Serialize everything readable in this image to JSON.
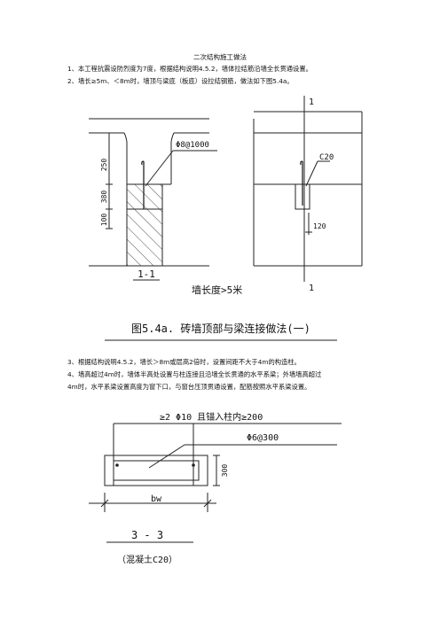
{
  "title": "二次结构施工做法",
  "paragraphs": {
    "p1": "1、本工程抗震设防烈度为7度，根据结构说明4.5.2，墙体拉结筋沿墙全长贯通设置。",
    "p2": "2、墙长≥5m、＜8m时，墙顶与梁底（板底）设拉结钢筋，做法如下图5.4a。",
    "p3": "3、根据结构说明4.5.2，墙长＞8m或层高2倍时，设置间距不大于4m的构造柱。",
    "p4a": "4、墙高超过4m时，墙体半高处设置与柱连接且沿墙全长贯通的水平系梁；外墙墙高超过",
    "p4b": "4m时，水平系梁设置高度为窗下口，与窗台压顶贯通设置，配筋按照水平系梁设置。"
  },
  "figure1": {
    "rebar_label": "Φ8@1000",
    "dim_250": "250",
    "dim_380": "380",
    "dim_100": "100",
    "section_label": "1-1",
    "wall_length_label": "墙长度>5米",
    "concrete_label": "C20",
    "dim_120": "120",
    "section_mark_top": "1",
    "section_mark_bottom": "1",
    "caption": "图5.4a. 砖墙顶部与梁连接做法(一)"
  },
  "figure2": {
    "top_rebar_label": "≥2 Φ10 且锚入柱内≥200",
    "stirrup_label": "Φ6@300",
    "height_dim": "300",
    "width_label": "bw",
    "section_label": "3 - 3",
    "concrete_label": "（混凝土C20）"
  }
}
